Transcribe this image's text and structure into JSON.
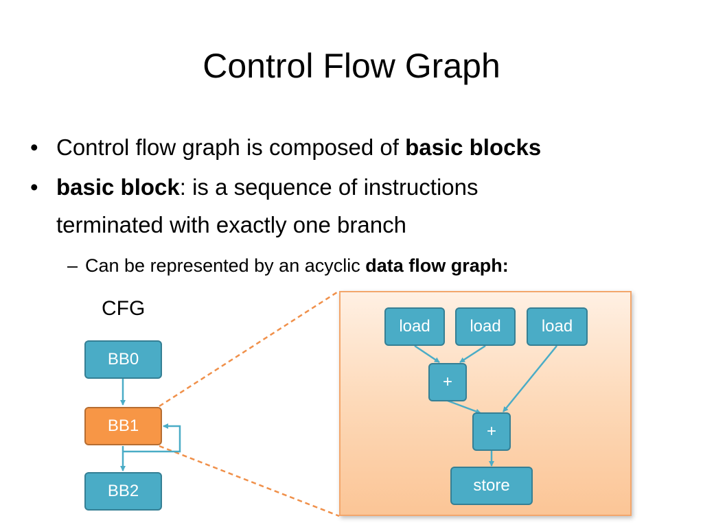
{
  "title": "Control Flow Graph",
  "bullets": [
    {
      "text": "Control flow graph is composed of ",
      "bold": "basic blocks"
    },
    {
      "bold": "basic block",
      "text": ": is a sequence of instructions",
      "line2": "terminated with exactly one branch"
    }
  ],
  "sub_bullet": {
    "dash": "–",
    "text": "Can be represented by an acyclic ",
    "bold": "data flow graph:"
  },
  "bullet_symbol": "•",
  "cfg": {
    "label": "CFG",
    "nodes": [
      "BB0",
      "BB1",
      "BB2"
    ],
    "highlight_color": "#f79646",
    "node_color": "#4aacc6"
  },
  "dfg": {
    "loads": [
      "load",
      "load",
      "load"
    ],
    "add1": "+",
    "add2": "+",
    "store": "store"
  }
}
